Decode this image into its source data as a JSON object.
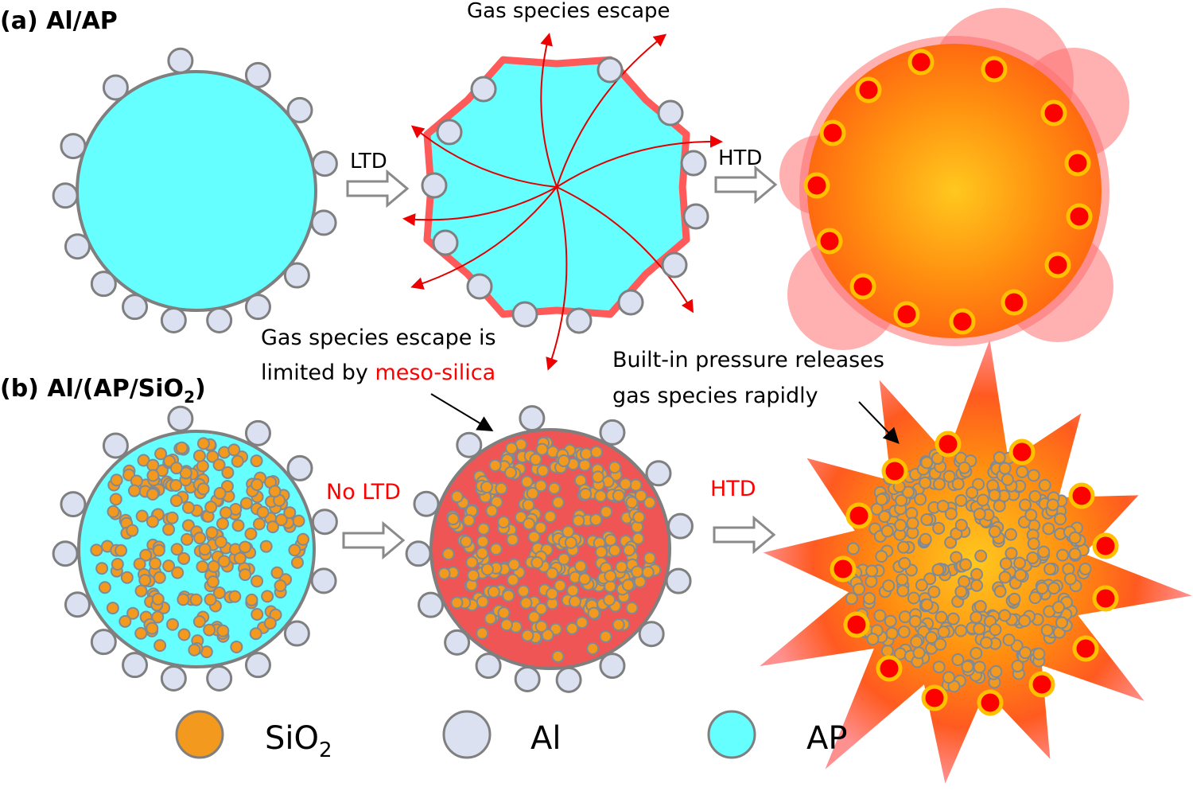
{
  "panel_a": {
    "label": "(a) Al/AP",
    "top_caption": "Gas species escape",
    "step1_label": "LTD",
    "step2_label": "HTD"
  },
  "panel_b": {
    "label_main": "(b) Al/(AP/SiO",
    "label_sub": "2",
    "label_end": ")",
    "step1_label": "No LTD",
    "step2_label": "HTD",
    "note1_line1": "Gas species escape is",
    "note1_line2_prefix": "limited by ",
    "note1_line2_highlight": "meso-silica",
    "note2_line1": "Built-in pressure releases",
    "note2_line2": "gas species rapidly"
  },
  "legend": [
    {
      "label": "SiO",
      "sub": "2",
      "color": "#f39a1e"
    },
    {
      "label": "Al",
      "sub": "",
      "color": "#dbe1f1"
    },
    {
      "label": "AP",
      "sub": "",
      "color": "#66ffff"
    }
  ],
  "colors": {
    "ap": "#66ffff",
    "al": "#dbe1f1",
    "outline": "#7f7f7f",
    "red_text": "#ff0000",
    "shell": "#ff5a5a",
    "silica": "#f39a1e",
    "mesoRed": "#f05555"
  }
}
